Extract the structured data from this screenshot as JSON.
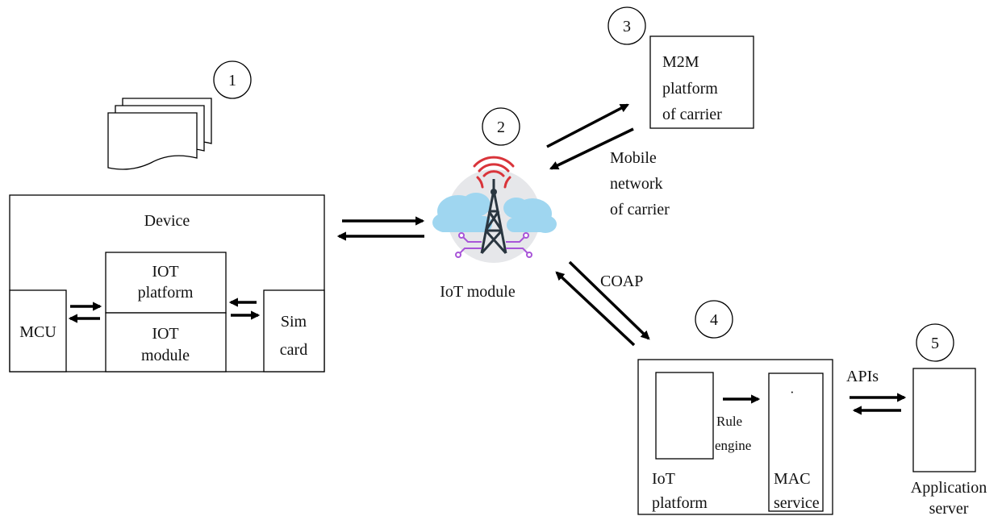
{
  "markers": [
    "1",
    "2",
    "3",
    "4",
    "5"
  ],
  "device": {
    "title": "Device",
    "mcu": "MCU",
    "iot_platform": [
      "IOT",
      "platform"
    ],
    "iot_module": [
      "IOT",
      "module"
    ],
    "sim_card": [
      "Sim",
      "card"
    ]
  },
  "tower": {
    "label": "IoT module",
    "icon": "cell-tower-cloud-icon"
  },
  "m2m": {
    "lines": [
      "M2M",
      "platform",
      "of carrier"
    ]
  },
  "mobile_network": {
    "lines": [
      "Mobile",
      "network",
      "of carrier"
    ]
  },
  "coap_label": "COAP",
  "cloud": {
    "iot_platform": [
      "IoT",
      "platform"
    ],
    "rule_engine": [
      "Rule",
      "engine"
    ],
    "mac_service": [
      "MAC",
      "service"
    ],
    "dot": "·"
  },
  "apis_label": "APIs",
  "app_server": {
    "lines": [
      "Application",
      "server"
    ]
  },
  "colors": {
    "antenna_red": "#d9343a",
    "tower_dark": "#2a3640",
    "cloud_blue": "#9fd6f0",
    "circuit_purple": "#a855d8",
    "halo_grey": "#e6e7ea"
  }
}
